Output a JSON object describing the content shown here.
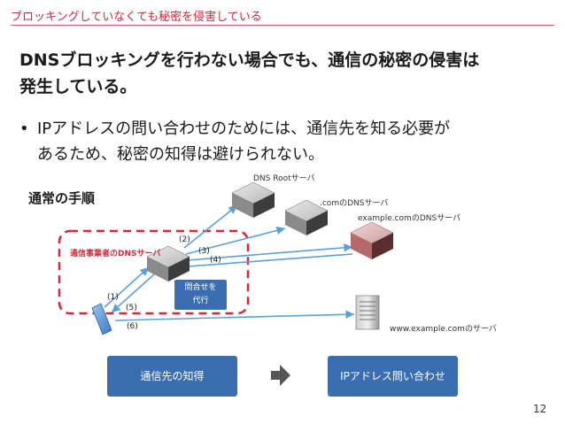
{
  "header": {
    "title": "ブロッキングしていなくても秘密を侵害している"
  },
  "heading": {
    "line1": "DNSブロッキングを行わない場合でも、通信の秘密の侵害は",
    "line2": "発生している。"
  },
  "bullet": {
    "marker": "•",
    "line1": "IPアドレスの問い合わせのためには、通信先を知る必要が",
    "line2": "あるため、秘密の知得は避けられない。"
  },
  "diagram": {
    "section_label": "通常の手順",
    "labels": {
      "root": "DNS Rootサーバ",
      "com": ".comのDNSサーバ",
      "example": "example.comのDNSサーバ",
      "isp": "通信事業者のDNSサーバ",
      "www": "www.example.comのサーバ"
    },
    "steps": {
      "s1": "(1)",
      "s2": "(2)",
      "s3": "(3)",
      "s4": "(4)",
      "s5": "(5)",
      "s6": "(6)"
    },
    "proxy": {
      "line1": "問合せを",
      "line2": "代行"
    },
    "colors": {
      "accent_blue": "#3b6eb1",
      "red": "#d12a3a",
      "arrow": "#5aa0d8"
    }
  },
  "bottom": {
    "left_button": "通信先の知得",
    "right_button": "IPアドレス問い合わせ"
  },
  "page_number": "12"
}
